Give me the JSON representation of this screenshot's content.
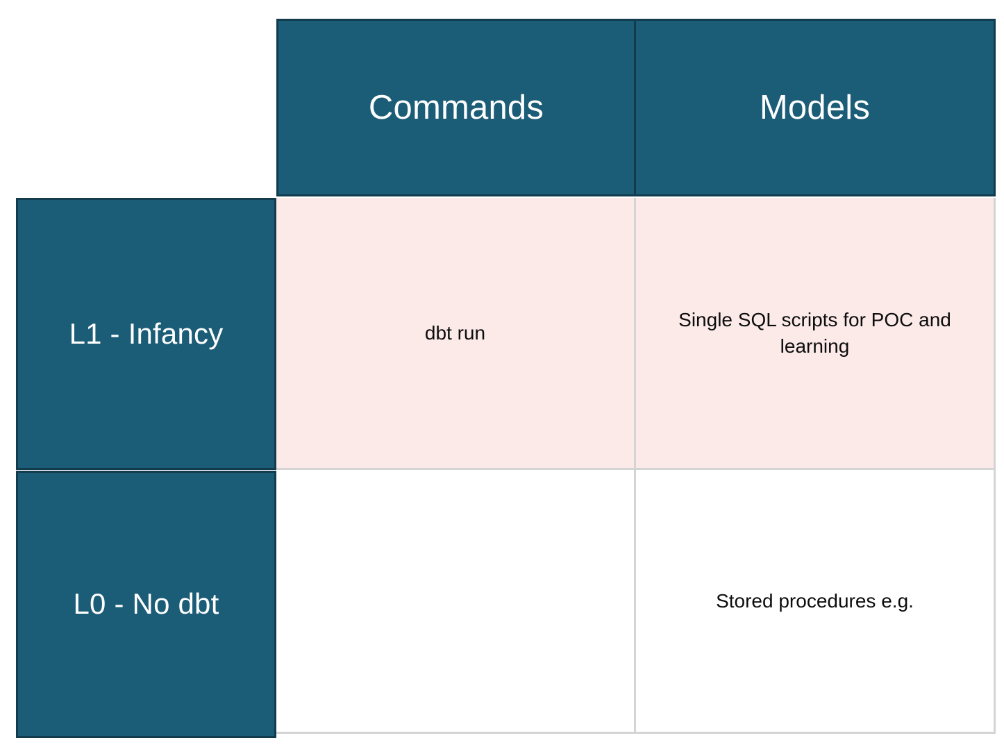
{
  "matrix": {
    "corner_label": "",
    "columns": [
      {
        "id": "commands",
        "label": "Commands"
      },
      {
        "id": "models",
        "label": "Models"
      }
    ],
    "rows": [
      {
        "id": "l1",
        "header": "L1 - Infancy",
        "highlight": true,
        "cells": [
          {
            "column": "commands",
            "text": "dbt run"
          },
          {
            "column": "models",
            "text": "Single SQL scripts for POC and learning"
          }
        ]
      },
      {
        "id": "l0",
        "header": "L0 - No dbt",
        "highlight": false,
        "cells": [
          {
            "column": "commands",
            "text": ""
          },
          {
            "column": "models",
            "text": "Stored procedures e.g."
          }
        ]
      }
    ]
  },
  "colors": {
    "header_teal": "#1b5c77",
    "header_border": "#123c4e",
    "highlight_row_bg": "#fbeae8",
    "cell_bg": "#ffffff",
    "cell_border": "#d4d4d4",
    "header_text": "#ffffff",
    "cell_text": "#0d0d0d",
    "page_bg": "#ffffff"
  }
}
